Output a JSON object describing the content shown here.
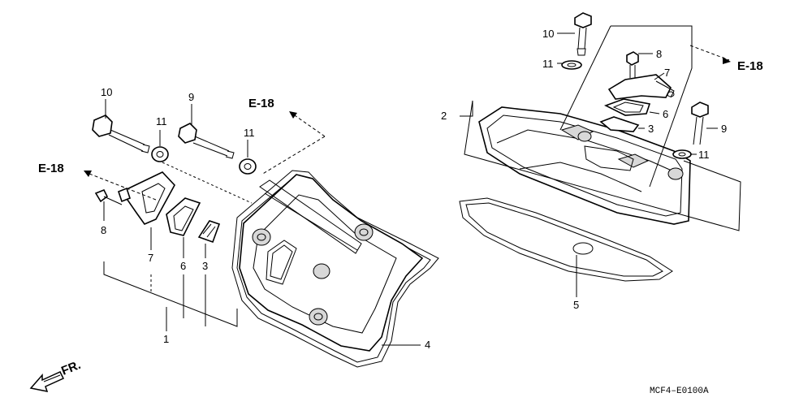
{
  "callouts": {
    "left": {
      "c10": "10",
      "c11a": "11",
      "c9": "9",
      "c11b": "11",
      "c8": "8",
      "c7": "7",
      "c6": "6",
      "c3": "3",
      "c1": "1",
      "c4": "4"
    },
    "right": {
      "c10": "10",
      "c11a": "11",
      "c8": "8",
      "c7": "7",
      "c2": "2",
      "c6": "6",
      "c3": "3",
      "c9": "9",
      "c11b": "11",
      "c5": "5"
    }
  },
  "refs": {
    "e18_left_top": "E-18",
    "e18_left": "E-18",
    "e18_right": "E-18"
  },
  "direction": "FR.",
  "diagram_code": "MCF4–E0100A"
}
